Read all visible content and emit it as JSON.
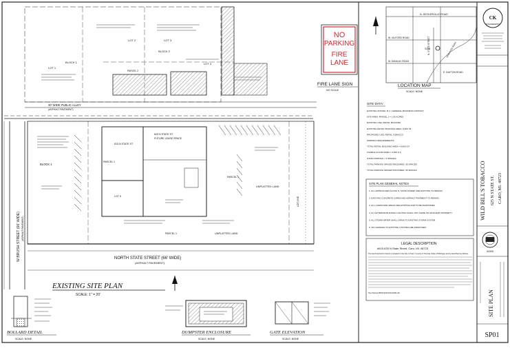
{
  "sign": {
    "line1": "NO",
    "line2": "PARKING",
    "line3": "FIRE",
    "line4": "LANE",
    "title": "FIRE LANE SIGN",
    "scale": "NO SCALE",
    "color": "#d7262e"
  },
  "location_map": {
    "title": "LOCATION MAP",
    "scale": "SCALE: NONE",
    "roads": [
      "N. DECKERVILLE ROAD",
      "W. GILFORD ROAD",
      "W. SANILAC ROAD",
      "E. DAYTON ROAD",
      "N. STATE STREET",
      "WHEATON ROAD"
    ],
    "site_label": "SITE"
  },
  "engineer": {
    "initials": "CK",
    "name": "ENGINEERING"
  },
  "site_data": {
    "title": "SITE DATA:",
    "lines": [
      "EXISTING ZONING: B-2 / GENERAL BUSINESS DISTRICT",
      "SITE AREA: PARCEL 1 = 1.05 ACRES",
      "EXISTING USE: RETAIL BUILDING",
      "EXISTING RETAIL BUILDING AREA: 8,400 SF",
      "PROPOSED USE: RETAIL TOBACCO",
      "PARKING REQUIREMENTS:",
      "TOTAL RETAIL BUILDING AREA = 8,400 S.F.",
      "USABLE FLOOR AREA = 6,300 S.F.",
      "STAFF PARKING = 3 SPACES",
      "TOTAL PARKING SPACES REQUIRED: 35 SPACES",
      "TOTAL PARKING SPACES PROVIDED: 36 SPACES"
    ]
  },
  "general_notes": {
    "title": "SITE PLAN GENERAL NOTES",
    "items": [
      "1. ALL APPROACHES ALONG N. STATE STREET ARE EXISTING TO REMAIN.",
      "2. EXISTING CONCRETE CURBS AND ASPHALT PAVEMENT TO REMAIN.",
      "3. ALL LANDSCAPE AREAS ARE EXISTING AND TO BE MAINTAINED.",
      "4. ALL EXTERIOR BUILDING LIGHTING SHALL NOT SHINE ON ADJACENT PROPERTY.",
      "5. ALL STORM WATER SHALL DRAIN TO EXISTING STORM SYSTEM.",
      "6. NO CHANGES TO EXISTING UTILITIES ARE PROPOSED."
    ]
  },
  "legal": {
    "title": "LEGAL DESCRIPTION",
    "address": "#615-625 N State Street, Caro, MI. 48723",
    "body": "The land referred to herein is situated in the City of Caro, County of Tuscola, State of Michigan and is described as follows.",
    "tax": "Tax Parcel #050-930-000-0030-00"
  },
  "title_block": {
    "project": "WILD BILL'S TOBACCO",
    "address1": "625 N STATE ST.",
    "address2": "CARO, MI. 48723",
    "sheet_title": "SITE PLAN",
    "sheet_no": "SP01",
    "seal_no": "64305"
  },
  "plan": {
    "title": "EXISTING SITE PLAN",
    "scale": "SCALE: 1\" = 20'",
    "street_south": "NORTH STATE STREET (66' WIDE)",
    "street_south_sub": "(ASPHALT PAVEMENT)",
    "street_west": "W BRUSH STREET (66' WIDE)",
    "street_west_sub": "(ASPHALT PAVEMENT)",
    "alley": "30' WIDE PUBLIC ALLEY",
    "alley_sub": "(ASPHALT PAVEMENT)",
    "building_a": "625 N STATE ST",
    "building_a_sub": "FUTURE LEASE SPACE",
    "building_b": "615 N STATE ST",
    "parcel1": "PARCEL 1",
    "parcel2": "PARCEL 2",
    "lot1": "LOT 1",
    "lot2": "LOT 2",
    "lot3": "LOT 3",
    "lot4": "LOT 4",
    "lot5": "LOT 5",
    "block1": "BLOCK 1",
    "block2": "BLOCK 2",
    "unplatted": "UNPLATTED LAND",
    "lot_line": "LOT LINE"
  },
  "details": {
    "bollard": "BOLLARD DETAIL",
    "bollard_scale": "SCALE: NONE",
    "dumpster": "DUMPSTER ENCLOSURE",
    "dumpster_scale": "SCALE: NONE",
    "gate": "GATE ELEVATION",
    "gate_scale": "SCALE: NONE"
  }
}
